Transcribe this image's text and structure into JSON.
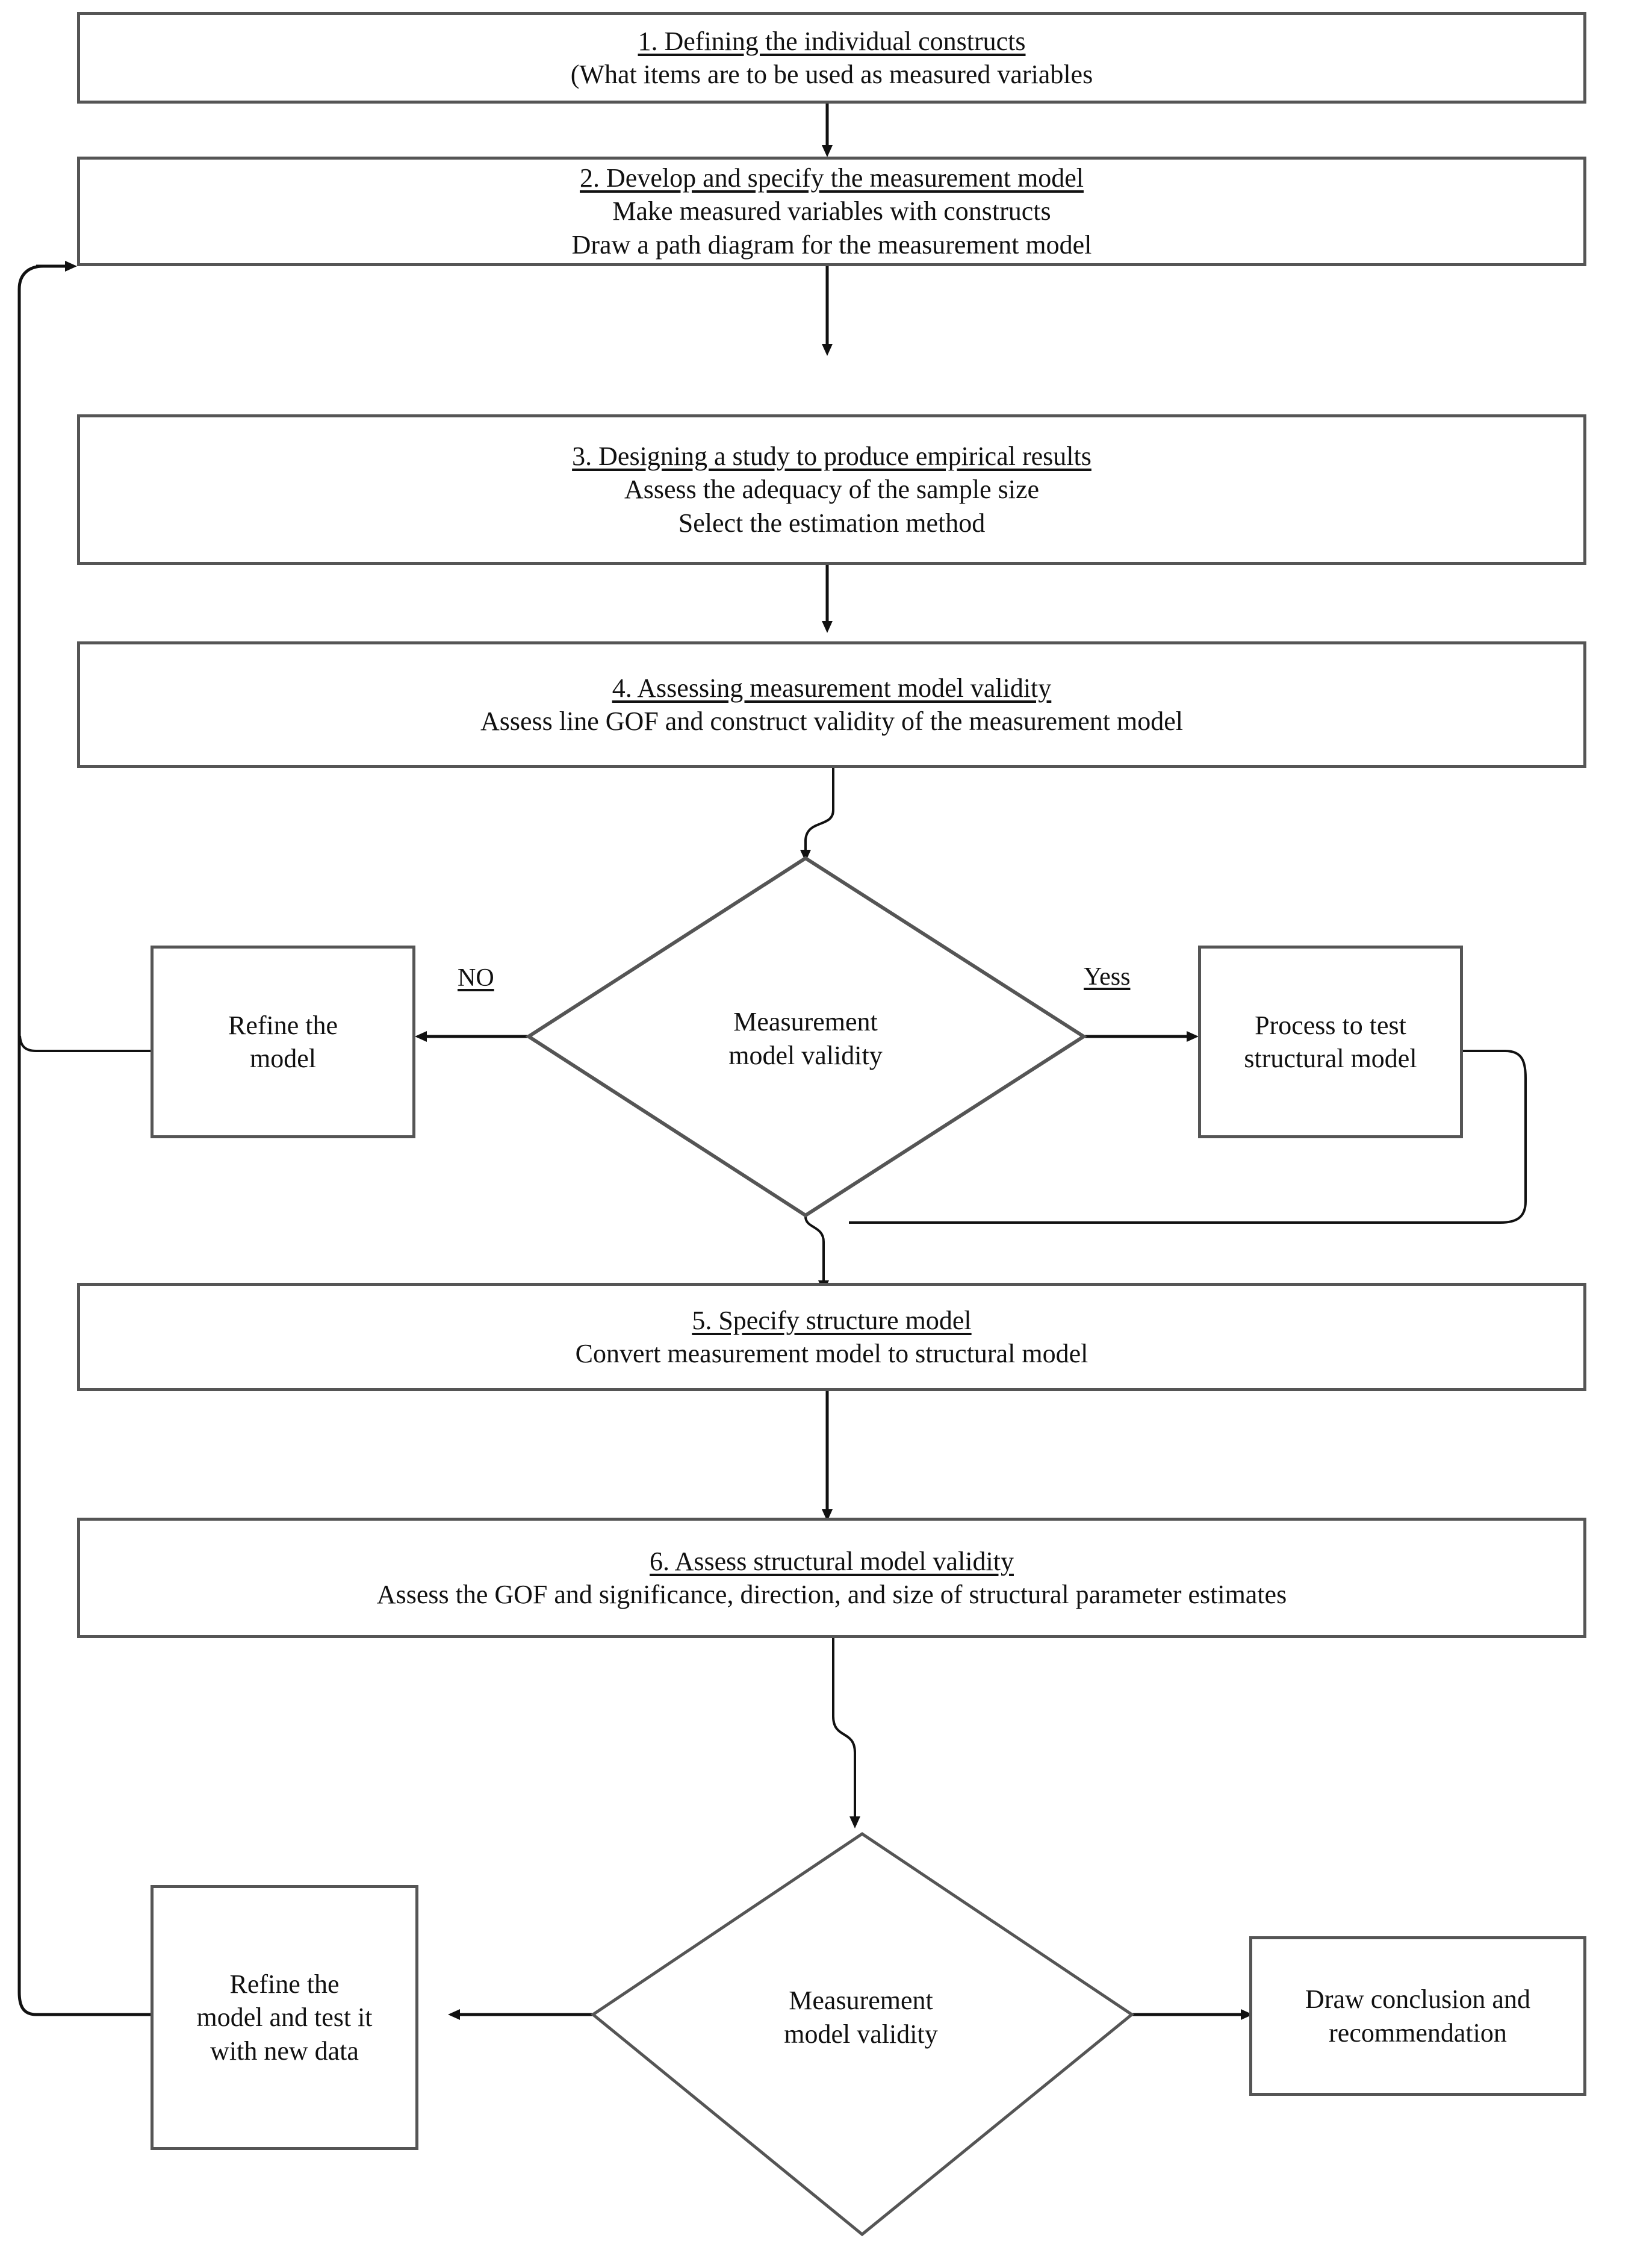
{
  "diagram": {
    "title": "Structural Equation Modeling (SEM) six-stage process flowchart",
    "stroke_color": "#555555",
    "text_color": "#111111",
    "background_color": "#ffffff"
  },
  "steps": [
    {
      "id": "step1",
      "heading": "1. Defining the individual constructs ",
      "lines": [
        "(What items are to be used as measured variables"
      ]
    },
    {
      "id": "step2",
      "heading": "2. Develop and specify the measurement model",
      "lines": [
        "Make measured variables with constructs",
        "Draw a path diagram for the measurement model"
      ]
    },
    {
      "id": "step3",
      "heading": "3. Designing a study to produce empirical results",
      "lines": [
        "Assess the adequacy of the sample size",
        "Select the estimation method"
      ]
    },
    {
      "id": "step4",
      "heading": "4. Assessing measurement model validity",
      "lines": [
        "Assess line GOF and construct validity of the measurement model"
      ]
    },
    {
      "id": "step5",
      "heading": "5. Specify structure model",
      "lines": [
        "Convert measurement model to structural model"
      ]
    },
    {
      "id": "step6",
      "heading": "6. Assess structural model validity",
      "lines": [
        "Assess the GOF and significance, direction, and size of structural parameter estimates"
      ]
    }
  ],
  "decisions": [
    {
      "id": "decision1",
      "line1": "Measurement",
      "line2": "model validity"
    },
    {
      "id": "decision2",
      "line1": "Measurement",
      "line2": "model validity"
    }
  ],
  "edge_labels": {
    "no": "NO",
    "yess": "Yess"
  },
  "side_boxes": {
    "refine_model": {
      "line1": "Refine the",
      "line2": "model"
    },
    "process_test": {
      "line1": "Process to test",
      "line2": "structural model"
    },
    "refine_new_data": {
      "line1": "Refine the",
      "line2": "model and test it",
      "line3": "with new data"
    },
    "conclusion": {
      "line1": "Draw conclusion and",
      "line2": "recommendation"
    }
  }
}
